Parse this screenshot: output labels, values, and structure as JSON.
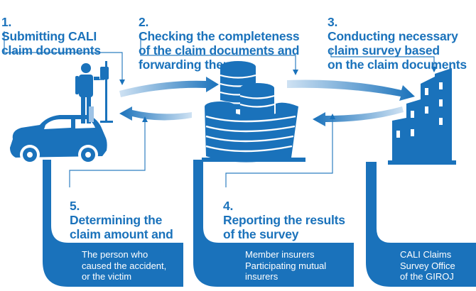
{
  "steps": [
    {
      "number": "1.",
      "text": "Submitting CALI\nclaim documents"
    },
    {
      "number": "2.",
      "text": "Checking the completeness\nof the claim documents and\nforwarding them"
    },
    {
      "number": "3.",
      "text": "Conducting necessary\nclaim survey based\non the claim documents"
    },
    {
      "number": "4.",
      "text": "Reporting the results\nof the survey"
    },
    {
      "number": "5.",
      "text": "Determining the\nclaim amount and\npaying the claim"
    }
  ],
  "parties": [
    {
      "label": "The person who\ncaused the accident,\nor the victim",
      "icon": "car-and-patient-icon"
    },
    {
      "label": "Member insurers\nParticipating mutual\ninsurers",
      "icon": "insurer-building-icon"
    },
    {
      "label": "CALI Claims\nSurvey Office\nof  the GIROJ",
      "icon": "survey-office-building-icon"
    }
  ],
  "colors": {
    "primary": "#1a72bb",
    "arrow_light": "#a9cbe9",
    "connector": "#2f7fc1",
    "background": "#ffffff"
  }
}
